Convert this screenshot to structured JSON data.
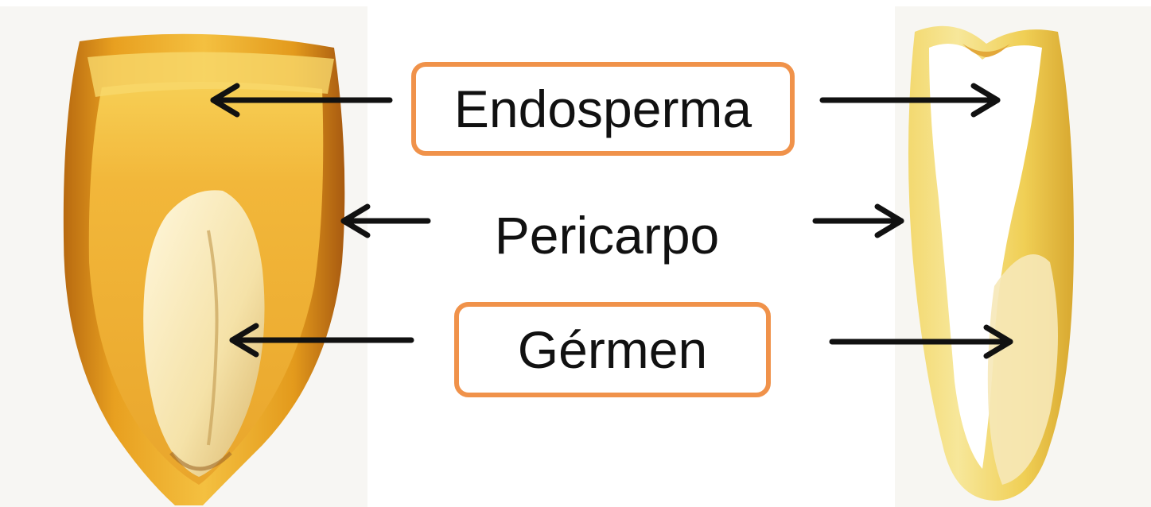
{
  "labels": {
    "endosperma": "Endosperma",
    "pericarpo": "Pericarpo",
    "germen": "Gérmen"
  },
  "colors": {
    "box_border": "#f0924a",
    "arrow": "#111111",
    "text": "#111111"
  }
}
